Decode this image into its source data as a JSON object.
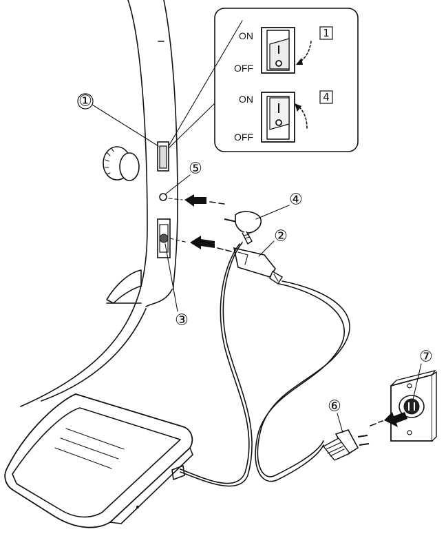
{
  "callouts": {
    "c1": "①",
    "c2": "②",
    "c3": "③",
    "c4": "④",
    "c5": "⑤",
    "c6": "⑥",
    "c7": "⑦"
  },
  "switch_inset": {
    "top": {
      "on_label": "ON",
      "off_label": "OFF",
      "step": "1"
    },
    "bottom": {
      "on_label": "ON",
      "off_label": "OFF",
      "step": "4"
    }
  }
}
